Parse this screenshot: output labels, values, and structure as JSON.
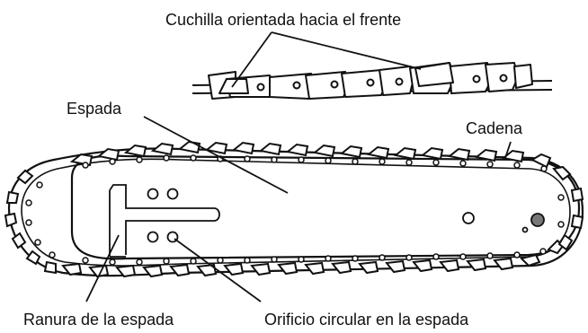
{
  "labels": {
    "cutter_forward": "Cuchilla orientada hacia el frente",
    "bar": "Espada",
    "chain": "Cadena",
    "bar_groove": "Ranura de la espada",
    "bar_hole": "Orificio circular en la espada"
  },
  "colors": {
    "stroke": "#111111",
    "background": "#ffffff",
    "sprocket_fill": "#777777"
  }
}
